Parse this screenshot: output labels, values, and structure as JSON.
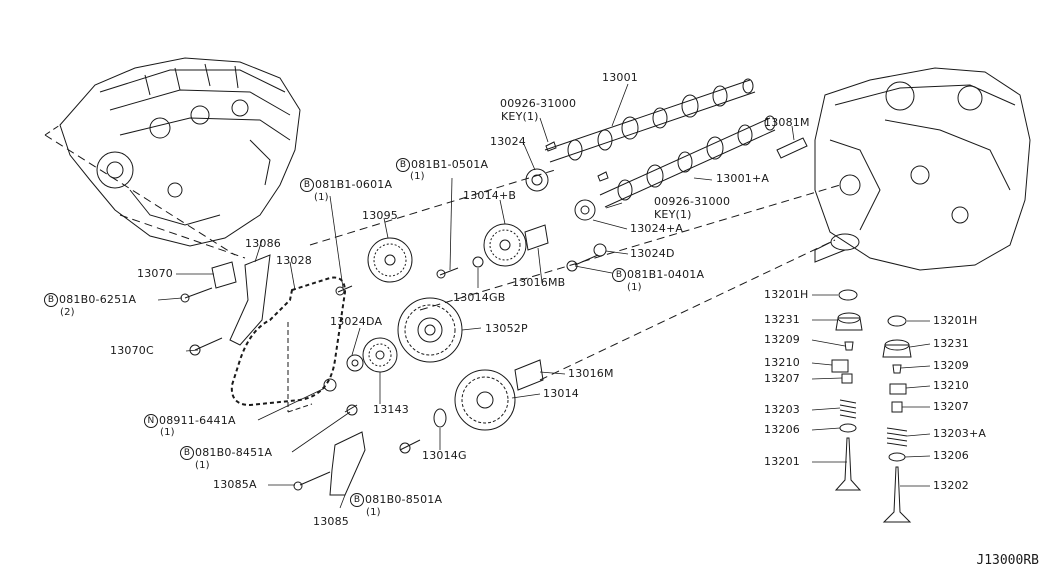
{
  "diagram": {
    "ref_code": "J13000RB",
    "callouts": {
      "c13001": "13001",
      "c00926a": "00926-31000",
      "c_key_a": "KEY(1)",
      "c13024": "13024",
      "c13081m": "13081M",
      "c13001a": "13001+A",
      "c081b1_0501a": "081B1-0501A",
      "c081b1_0501a_q": "(1)",
      "c13014b": "13014+B",
      "c00926b": "00926-31000",
      "c_key_b": "KEY(1)",
      "c13024a": "13024+A",
      "c081b1_0601a": "081B1-0601A",
      "c081b1_0601a_q": "(1)",
      "c13095": "13095",
      "c13086": "13086",
      "c13028": "13028",
      "c13070": "13070",
      "c081b0_6251a": "081B0-6251A",
      "c081b0_6251a_q": "(2)",
      "c13014gb": "13014GB",
      "c13016mb": "13016MB",
      "c13024d": "13024D",
      "c081b1_0401a": "081B1-0401A",
      "c081b1_0401a_q": "(1)",
      "c13024da": "13024DA",
      "c13052p": "13052P",
      "c13070c": "13070C",
      "c13016m": "13016M",
      "c13014": "13014",
      "c08911": "08911-6441A",
      "c08911_q": "(1)",
      "c13143": "13143",
      "c081b0_8451a": "081B0-8451A",
      "c081b0_8451a_q": "(1)",
      "c13014g": "13014G",
      "c13085a": "13085A",
      "c081b0_8501a": "081B0-8501A",
      "c081b0_8501a_q": "(1)",
      "c13085": "13085",
      "v13201h_l": "13201H",
      "v13231_l": "13231",
      "v13209_l": "13209",
      "v13210_l": "13210",
      "v13207_l": "13207",
      "v13203_l": "13203",
      "v13206_l": "13206",
      "v13201_l": "13201",
      "v13201h_r": "13201H",
      "v13231_r": "13231",
      "v13209_r": "13209",
      "v13210_r": "13210",
      "v13207_r": "13207",
      "v13203a_r": "13203+A",
      "v13206_r": "13206",
      "v13202_r": "13202"
    },
    "symbols": {
      "bolt": "B",
      "nut": "N"
    }
  }
}
